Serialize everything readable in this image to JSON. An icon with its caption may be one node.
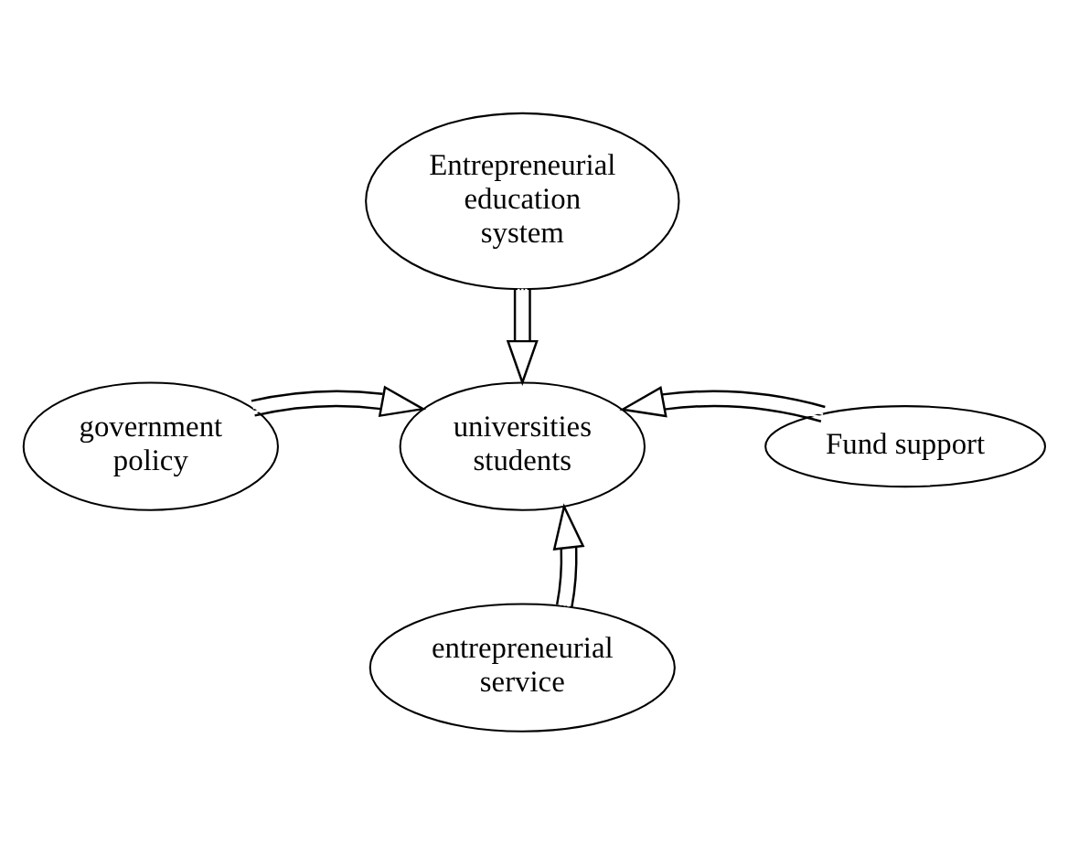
{
  "diagram": {
    "nodes": [
      {
        "text": [
          "Entrepreneurial education system"
        ]
      },
      {
        "text": [
          "government policy"
        ]
      },
      {
        "text": [
          "universities students"
        ]
      },
      {
        "text": [
          "Fund support"
        ]
      },
      {
        "text": [
          "entrepreneurial service"
        ]
      }
    ],
    "edges": [
      {
        "from": 0,
        "to": 2,
        "arrow": "to"
      },
      {
        "from": 1,
        "to": 2,
        "arrow": "to"
      },
      {
        "from": 3,
        "to": 2,
        "arrow": "to"
      },
      {
        "from": 4,
        "to": 2,
        "arrow": "to"
      }
    ]
  }
}
